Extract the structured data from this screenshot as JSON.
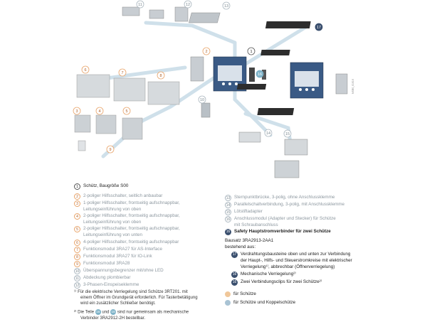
{
  "callouts": [
    "1",
    "2",
    "3",
    "4",
    "5",
    "6",
    "7",
    "8",
    "9",
    "10",
    "11",
    "12",
    "13",
    "14",
    "15",
    "16",
    "17"
  ],
  "left_legend": {
    "items": [
      {
        "num": "1",
        "style": "white",
        "lines": [
          "Schütz, Baugröße S00"
        ]
      },
      {
        "num": "2",
        "style": "orange",
        "lines": [
          "2-poliger Hilfsschalter, seitlich anbaubar"
        ]
      },
      {
        "num": "3",
        "style": "orange",
        "lines": [
          "1-poliger Hilfsschalter, frontseitig aufschnappbar,",
          "Leitungseinführung von oben"
        ]
      },
      {
        "num": "4",
        "style": "orange",
        "lines": [
          "2-poliger Hilfsschalter, frontseitig aufschnappbar,",
          "Leitungseinführung von oben"
        ]
      },
      {
        "num": "5",
        "style": "orange",
        "lines": [
          "2-poliger Hilfsschalter, frontseitig aufschnappbar,",
          "Leitungseinführung von unten"
        ]
      },
      {
        "num": "6",
        "style": "orange",
        "lines": [
          "4-poliger Hilfsschalter, frontseitig aufschnappbar"
        ]
      },
      {
        "num": "7",
        "style": "orange",
        "lines": [
          "Funktionsmodul 3RA27 für AS-Interface"
        ]
      },
      {
        "num": "8",
        "style": "orange",
        "lines": [
          "Funktionsmodul 3RA27 für IO-Link"
        ]
      },
      {
        "num": "9",
        "style": "orange",
        "lines": [
          "Funktionsmodul 3RA28"
        ]
      },
      {
        "num": "10",
        "style": "gray",
        "lines": [
          "Überspannungsbegrenzer mit/ohne LED"
        ]
      },
      {
        "num": "11",
        "style": "gray",
        "lines": [
          "Abdeckung plombierbar"
        ]
      },
      {
        "num": "12",
        "style": "gray",
        "lines": [
          "3-Phasen-Einspeiseklemme"
        ]
      }
    ]
  },
  "right_legend": {
    "items": [
      {
        "num": "13",
        "style": "gray",
        "text_style": "gray",
        "lines": [
          "Sternpunktbrücke, 3-polig, ohne Anschlussklemme"
        ]
      },
      {
        "num": "14",
        "style": "gray",
        "text_style": "gray",
        "lines": [
          "Parallelschaltverbindung, 3-polig, mit Anschlussklemme"
        ]
      },
      {
        "num": "15",
        "style": "gray",
        "text_style": "gray",
        "lines": [
          "Lötstiftadapter"
        ]
      },
      {
        "num": "16",
        "style": "gray",
        "text_style": "gray",
        "lines": [
          "Anschlussmodul (Adapter und Stecker) für Schütze",
          "mit Schraubanschluss"
        ]
      },
      {
        "num": "16",
        "style": "navy",
        "text_style": "bold",
        "lines": [
          "Safety Hauptstromverbinder für zwei Schütze"
        ]
      }
    ],
    "kit_title": "Bausatz 3RA2913-2AA1",
    "kit_subtitle": "bestehend aus:",
    "kit_items": [
      {
        "num": "17",
        "lines": [
          "Verdrahtungsbausteine oben und unten zur Verbindung",
          "der Haupt-, Hilfs- und Steuerstromkreise mit elektrischer",
          "Verriegelung¹⁾, abbrechbar (Öffnerverriegelung)"
        ]
      },
      {
        "num": "16",
        "lines": [
          "Mechanische Verriegelung²⁾"
        ]
      },
      {
        "num": "16",
        "lines": [
          "Zwei Verbindungsclips für zwei Schütze²⁾"
        ]
      }
    ],
    "color_key": [
      {
        "color": "#f0c79a",
        "label": "für Schütze"
      },
      {
        "color": "#a9c3d4",
        "label": "für Schütze und Koppelschütze"
      }
    ]
  },
  "footnotes": {
    "note1": [
      "¹⁾ Für die elektrische Verriegelung sind Schütze 3RT201. mit",
      "einem Öffner im Grundgerät erforderlich. Für Tasterbetätigung",
      "wird ein zusätzlicher Schließer benötigt."
    ],
    "note2_a": "²⁾ Die Teile",
    "note2_num1": "16",
    "note2_mid": "und",
    "note2_num2": "16",
    "note2_b": "sind nur gemeinsam als mechanische",
    "note2_c": "Verbinder 3RA2912-2H bestellbar."
  },
  "side_label": "NSB0_01616",
  "colors": {
    "module": "#3a5a85",
    "module_light": "#d9e1ea",
    "gray_part": "#c8cdd2",
    "orange": "#e8a46a",
    "cyan": "#a9c3d4"
  }
}
